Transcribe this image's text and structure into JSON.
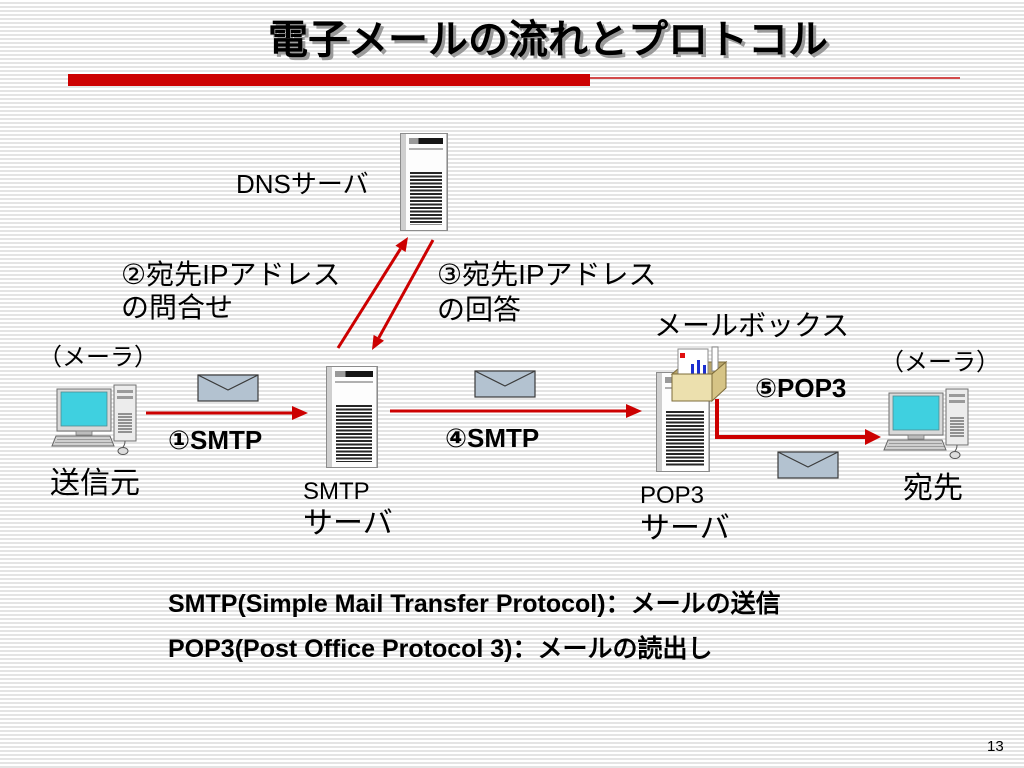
{
  "slide": {
    "title": "電子メールの流れとプロトコル",
    "page_number": "13"
  },
  "colors": {
    "accent_red": "#cc0000",
    "screen_cyan": "#3fd0e0",
    "envelope_fill": "#b3c2d0",
    "mailbox_fill": "#ece0ae"
  },
  "nodes": {
    "sender": {
      "role": "（メーラ）",
      "label": "送信元",
      "icon": "pc-icon"
    },
    "smtp_server": {
      "name": "SMTP",
      "label": "サーバ",
      "icon": "server-icon"
    },
    "dns_server": {
      "label": "DNSサーバ",
      "icon": "server-icon"
    },
    "pop3_server": {
      "name": "POP3",
      "label": "サーバ",
      "icon": "server-icon"
    },
    "mailbox": {
      "label": "メールボックス",
      "icon": "mailbox-icon"
    },
    "recipient": {
      "role": "（メーラ）",
      "label": "宛先",
      "icon": "pc-icon"
    }
  },
  "steps": {
    "step1": "①SMTP",
    "step2": {
      "line1": "②宛先IPアドレス",
      "line2": "の問合せ"
    },
    "step3": {
      "line1": "③宛先IPアドレス",
      "line2": "の回答"
    },
    "step4": "④SMTP",
    "step5": "⑤POP3"
  },
  "message_icon": "envelope-icon",
  "legend": [
    "SMTP(Simple Mail Transfer Protocol)：メールの送信",
    "POP3(Post Office Protocol 3)：メールの読出し"
  ]
}
